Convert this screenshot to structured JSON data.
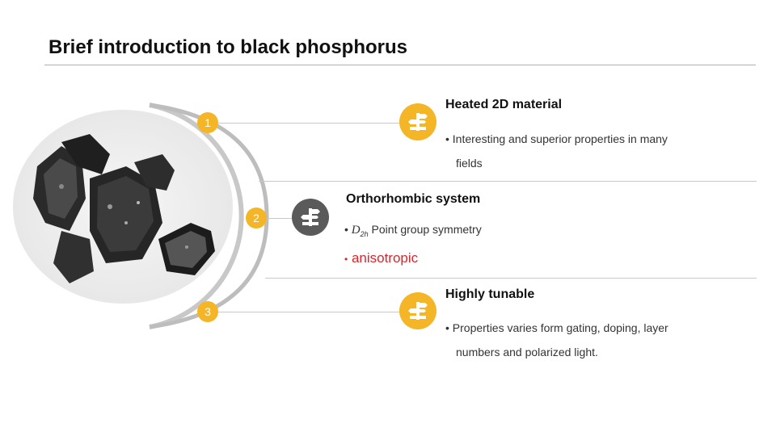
{
  "title": "Brief introduction to black phosphorus",
  "items": [
    {
      "number": "1",
      "heading": "Heated 2D material",
      "bullet": "•  Interesting and superior properties in many",
      "bullet_cont": "fields"
    },
    {
      "number": "2",
      "heading": "Orthorhombic system",
      "point_group_symbol": "D",
      "point_group_sub": "2h",
      "point_group_text": "Point group symmetry",
      "highlight": "anisotropic"
    },
    {
      "number": "3",
      "heading": "Highly tunable",
      "bullet": "•  Properties varies form gating, doping, layer",
      "bullet_cont": "numbers and polarized light."
    }
  ],
  "colors": {
    "accent_yellow": "#f4b626",
    "accent_gray": "#5a5a5a",
    "highlight_red": "#d9262c"
  },
  "icons": [
    "signpost-icon",
    "signpost-icon",
    "signpost-icon"
  ]
}
